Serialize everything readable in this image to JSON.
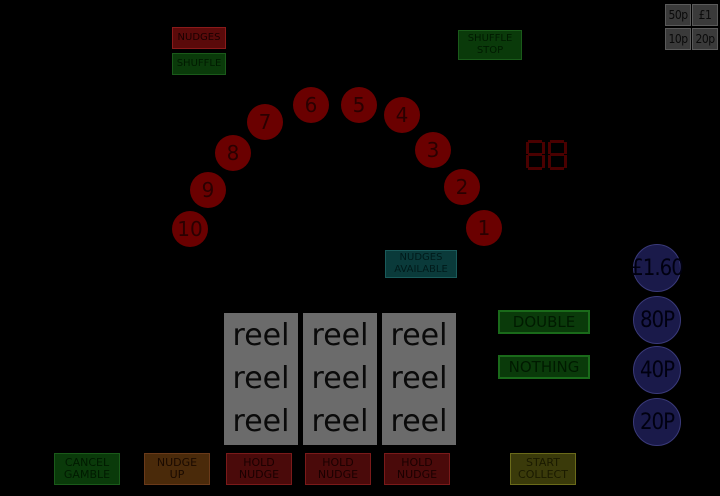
{
  "coins": {
    "c50p": "50p",
    "c1": "£1",
    "c10p": "10p",
    "c20p": "20p"
  },
  "lamps": {
    "nudges": "NUDGES",
    "shuffle": "SHUFFLE",
    "shuffle_stop": "SHUFFLE\nSTOP",
    "nudges_available": "NUDGES\nAVAILABLE"
  },
  "nudge_numbers": [
    "1",
    "2",
    "3",
    "4",
    "5",
    "6",
    "7",
    "8",
    "9",
    "10"
  ],
  "reels": [
    [
      "reel",
      "reel",
      "reel"
    ],
    [
      "reel",
      "reel",
      "reel"
    ],
    [
      "reel",
      "reel",
      "reel"
    ]
  ],
  "gamble": {
    "double": "DOUBLE",
    "nothing": "NOTHING"
  },
  "values": [
    "£1.60",
    "80P",
    "40P",
    "20P"
  ],
  "buttons": {
    "cancel_gamble": "CANCEL\nGAMBLE",
    "nudge_up": "NUDGE\nUP",
    "hold_nudge_1": "HOLD\nNUDGE",
    "hold_nudge_2": "HOLD\nNUDGE",
    "hold_nudge_3": "HOLD\nNUDGE",
    "start_collect": "START\nCOLLECT"
  },
  "colors": {
    "background": "#000000",
    "nudge_circle": "#6a0000",
    "reel": "#6b6b6b",
    "value_circle": "#1a1a4a"
  }
}
